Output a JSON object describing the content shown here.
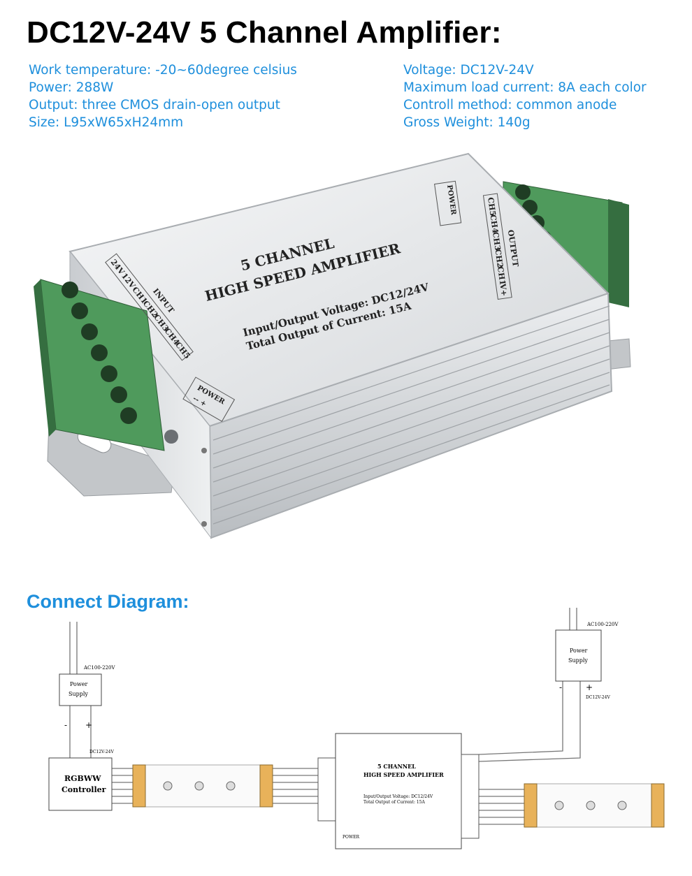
{
  "title": "DC12V-24V 5 Channel Amplifier:",
  "specs_left": [
    "Work temperature: -20~60degree celsius",
    "Power: 288W",
    "Output: three CMOS drain-open output",
    "Size: L95xW65xH24mm"
  ],
  "specs_right": [
    "Voltage: DC12V-24V",
    "Maximum load current: 8A each color",
    "Controll method: common anode",
    "Gross Weight: 140g"
  ],
  "product": {
    "top_line1": "5 CHANNEL",
    "top_line2": "HIGH SPEED AMPLIFIER",
    "voltage_line": "Input/Output Voltage: DC12/24V",
    "current_line": "Total Output of Current: 15A",
    "input_label": "INPUT",
    "input_pins": [
      "24V",
      "12V",
      "CH1",
      "CH2",
      "CH3",
      "CH4",
      "CH5"
    ],
    "output_label": "OUTPUT",
    "output_pins": [
      "CH5",
      "CH4",
      "CH3",
      "CH2",
      "CH1",
      "V+"
    ],
    "power_label": "POWER",
    "power_symbol": "-- +",
    "colors": {
      "terminal": "#4f9a5c",
      "terminal_dark": "#356e40",
      "housing": "#e4e6e8"
    }
  },
  "section_title": "Connect Diagram:",
  "diagram": {
    "left_supply_ac": "AC100-220V",
    "left_supply_label1": "Power",
    "left_supply_label2": "Supply",
    "left_dc": "DC12V-24V",
    "minus": "-",
    "plus": "+",
    "controller_label1": "RGBWW",
    "controller_label2": "Controller",
    "amp_title1": "5 CHANNEL",
    "amp_title2": "HIGH SPEED AMPLIFIER",
    "amp_line3": "Input/Output Voltage: DC12/24V",
    "amp_line4": "Total Output of Current: 15A",
    "amp_power": "POWER",
    "right_supply_ac": "AC100-220V",
    "right_supply_label1": "Power",
    "right_supply_label2": "Supply",
    "right_dc": "DC12V-24V"
  }
}
